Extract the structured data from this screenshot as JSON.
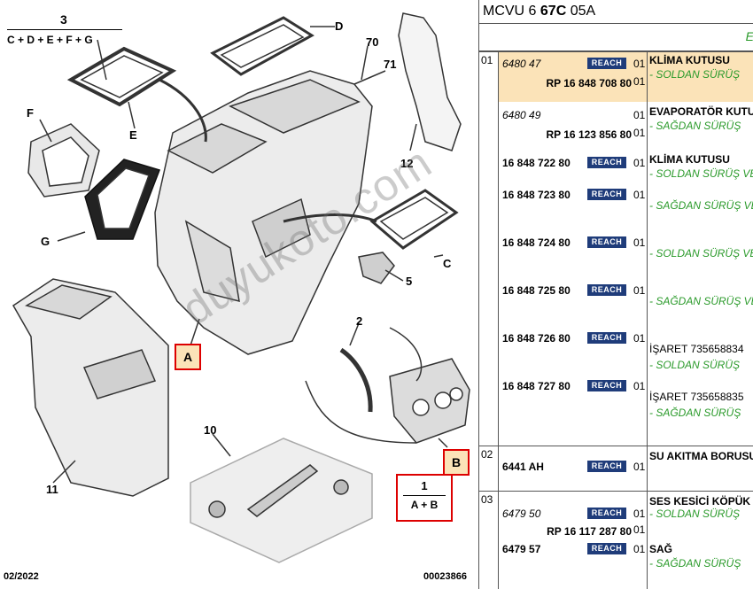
{
  "diagram": {
    "labels": {
      "group3_num": "3",
      "group3_formula": "C + D + E + F + G",
      "D": "D",
      "E": "E",
      "F": "F",
      "G": "G",
      "C": "C",
      "n70": "70",
      "n71": "71",
      "n12": "12",
      "n5": "5",
      "n2": "2",
      "n10": "10",
      "n11": "11"
    },
    "box_A": "A",
    "box_B": "B",
    "group1_num": "1",
    "group1_formula": "A + B",
    "watermark": "duyukoto.com",
    "date": "02/2022",
    "doc_number": "00023866"
  },
  "table": {
    "model_prefix": "MCVU 6 ",
    "model_bold": "67C",
    "model_suffix": " 05A",
    "corner_letter": "E",
    "reach_label": "REACH",
    "groups": [
      {
        "num": "01",
        "rows": [
          {
            "ref": "6480 47",
            "ref_style": "i",
            "rp": "",
            "qty": "01",
            "desc": "KLİMA KUTUSU",
            "sub": "- SOLDAN SÜRÜŞ",
            "reach": true,
            "highlight": true
          },
          {
            "ref": "",
            "ref_style": "",
            "rp": "RP 16 848 708 80",
            "qty": "01",
            "desc": "",
            "sub": "",
            "reach": false,
            "highlight": true
          },
          {
            "ref": "6480 49",
            "ref_style": "i",
            "rp": "",
            "qty": "01",
            "desc": "EVAPORATÖR KUTUSU",
            "sub": "- SAĞDAN SÜRÜŞ",
            "reach": false
          },
          {
            "ref": "",
            "ref_style": "",
            "rp": "RP 16 123 856 80",
            "qty": "01",
            "desc": "",
            "sub": "",
            "reach": false
          },
          {
            "ref": "16 848 722 80",
            "ref_style": "b",
            "rp": "",
            "qty": "01",
            "desc": "KLİMA KUTUSU",
            "sub": "- SOLDAN SÜRÜŞ VE",
            "reach": true
          },
          {
            "ref": "16 848 723 80",
            "ref_style": "b",
            "rp": "",
            "qty": "01",
            "desc": "",
            "sub": "- SAĞDAN SÜRÜŞ VE",
            "reach": true
          },
          {
            "ref": "16 848 724 80",
            "ref_style": "b",
            "rp": "",
            "qty": "01",
            "desc": "",
            "sub": "- SOLDAN SÜRÜŞ VE",
            "reach": true
          },
          {
            "ref": "16 848 725 80",
            "ref_style": "b",
            "rp": "",
            "qty": "01",
            "desc": "",
            "sub": "- SAĞDAN SÜRÜŞ VE",
            "reach": true
          },
          {
            "ref": "16 848 726 80",
            "ref_style": "b",
            "rp": "",
            "qty": "01",
            "note": "İŞARET 735658834",
            "sub": "- SOLDAN SÜRÜŞ",
            "reach": true
          },
          {
            "ref": "16 848 727 80",
            "ref_style": "b",
            "rp": "",
            "qty": "01",
            "note": "İŞARET 735658835",
            "sub": "- SAĞDAN SÜRÜŞ",
            "reach": true
          }
        ]
      },
      {
        "num": "02",
        "rows": [
          {
            "ref": "6441 AH",
            "ref_style": "b",
            "rp": "",
            "qty": "01",
            "desc": "SU AKITMA BORUSU",
            "sub": "",
            "reach": true
          }
        ]
      },
      {
        "num": "03",
        "rows": [
          {
            "ref": "6479 50",
            "ref_style": "i",
            "rp": "",
            "qty": "01",
            "desc": "SES KESİCİ KÖPÜK",
            "sub": "- SOLDAN SÜRÜŞ",
            "reach": true
          },
          {
            "ref": "",
            "ref_style": "",
            "rp": "RP 16 117 287 80",
            "qty": "01",
            "desc": "",
            "sub": "",
            "reach": false
          },
          {
            "ref": "6479 57",
            "ref_style": "b",
            "rp": "",
            "qty": "01",
            "desc": "SAĞ",
            "sub": "- SAĞDAN SÜRÜŞ",
            "reach": true
          }
        ]
      }
    ]
  }
}
